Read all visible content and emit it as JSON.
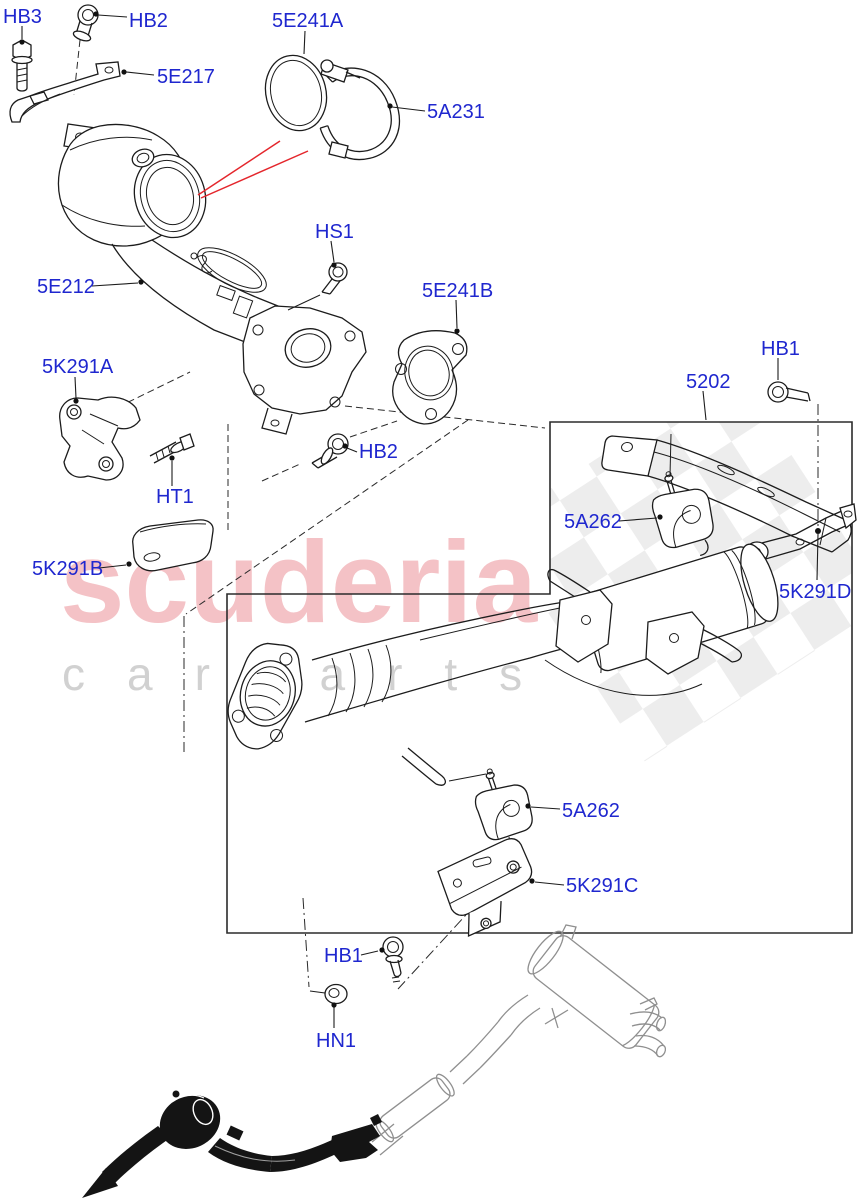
{
  "watermark": {
    "brand": "scuderia",
    "tagline": "carparts"
  },
  "colors": {
    "label_blue": "#1f27cf",
    "arrow_red": "#e4262c",
    "watermark_pink": "#f4c2c6",
    "watermark_gray": "#c9c9c9",
    "line_dark": "#1c1c1c",
    "thumbnail_gray": "#8f8f8f"
  },
  "labels": {
    "hb3": "HB3",
    "hb2_top": "HB2",
    "e5217": "5E217",
    "e5241a": "5E241A",
    "a5231": "5A231",
    "hs1": "HS1",
    "e5212": "5E212",
    "e5241b": "5E241B",
    "k5291a": "5K291A",
    "ht1": "HT1",
    "hb2_mid": "HB2",
    "k5291b": "5K291B",
    "hb1_top": "HB1",
    "p5202": "5202",
    "a5262_top": "5A262",
    "k5291d": "5K291D",
    "a5262_bottom": "5A262",
    "k5291c": "5K291C",
    "hb1_bottom": "HB1",
    "hn1": "HN1"
  }
}
